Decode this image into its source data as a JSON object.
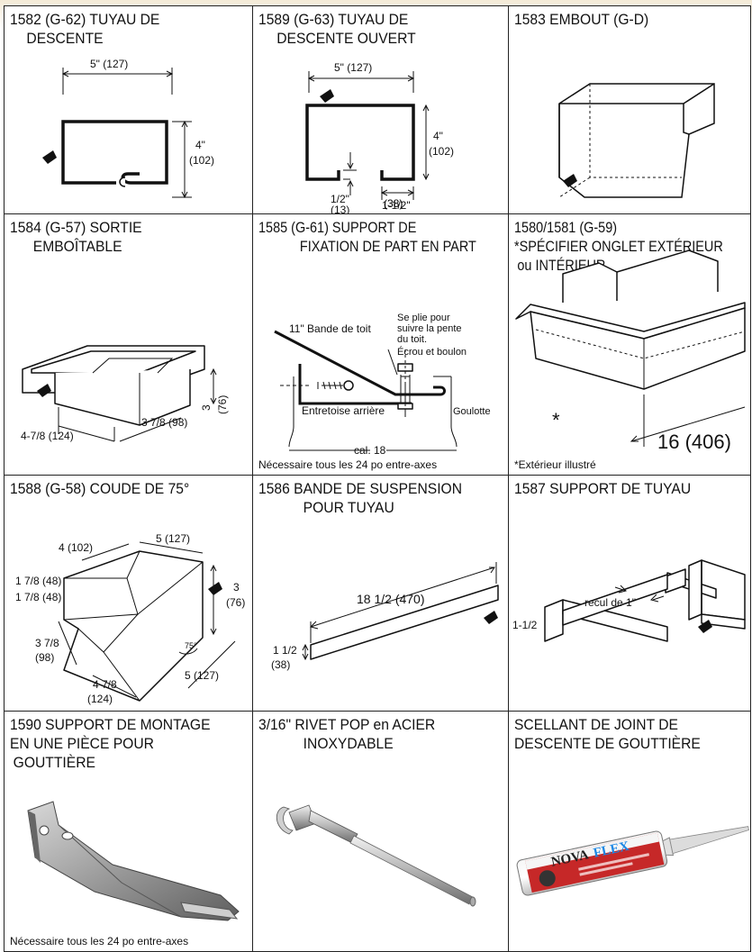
{
  "cells": [
    {
      "id": "1582",
      "title": [
        "1582 (G-62) TUYAU DE",
        "DESCENTE"
      ],
      "dims": {
        "w": "5\" (127)",
        "h1": "4\"",
        "h2": "(102)"
      }
    },
    {
      "id": "1589",
      "title": [
        "1589 (G-63) TUYAU DE",
        "DESCENTE OUVERT"
      ],
      "dims": {
        "w": "5\" (127)",
        "h1": "4\"",
        "h2": "(102)",
        "gap1": "1/2\"",
        "gap2": "(13)",
        "lip1": "1-1/2\"",
        "lip2": "(38)"
      }
    },
    {
      "id": "1583",
      "title": [
        "1583 EMBOUT (G-D)"
      ]
    },
    {
      "id": "1584",
      "title": [
        "1584 (G-57) SORTIE",
        "EMBOÎTABLE"
      ],
      "dims": {
        "len": "4-7/8 (124)",
        "wid": "3 7/8 (98)",
        "h1": "3",
        "h2": "(76)"
      }
    },
    {
      "id": "1585",
      "title": [
        "1585 (G-61) SUPPORT DE",
        "FIXATION DE PART EN PART"
      ],
      "labels": {
        "strap": "11\" Bande de toit",
        "bend1": "Se plie pour",
        "bend2": "suivre la pente",
        "bend3": "du toit.",
        "nut": "Écrou et boulon",
        "spacer": "Entretoise arrière",
        "gutter": "Goulotte",
        "gauge": "cal. 18"
      },
      "note": "Nécessaire tous les 24 po entre-axes"
    },
    {
      "id": "1580",
      "title": [
        "1580/1581 (G-59)",
        "*SPÉCIFIER ONGLET EXTÉRIEUR",
        "ou INTÉRIEUR"
      ],
      "dims": {
        "len": "16 (406)",
        "star": "*"
      },
      "note": "*Extérieur illustré"
    },
    {
      "id": "1588",
      "title": [
        "1588 (G-58) COUDE DE 75°"
      ],
      "dims": {
        "a": "4 (102)",
        "b": "5 (127)",
        "c": "1 7/8 (48)",
        "d": "1 7/8 (48)",
        "e1": "3",
        "e2": "(76)",
        "f1": "3 7/8",
        "f2": "(98)",
        "g1": "4 7/8",
        "g2": "(124)",
        "h": "5 (127)",
        "angle": "75°"
      }
    },
    {
      "id": "1586",
      "title": [
        "1586 BANDE DE SUSPENSION",
        "POUR TUYAU"
      ],
      "dims": {
        "len": "18 1/2 (470)",
        "w1": "1 1/2",
        "w2": "(38)"
      }
    },
    {
      "id": "1587",
      "title": [
        "1587 SUPPORT DE TUYAU"
      ],
      "dims": {
        "recul": "recul de 1\"",
        "h": "1-1/2"
      }
    },
    {
      "id": "1590",
      "title": [
        "1590 SUPPORT DE MONTAGE",
        "EN UNE PIÈCE POUR",
        "GOUTTIÈRE"
      ],
      "note": "Nécessaire tous les 24 po entre-axes"
    },
    {
      "id": "rivet",
      "title": [
        "3/16\" RIVET POP en ACIER",
        "INOXYDABLE"
      ]
    },
    {
      "id": "sealant",
      "title": [
        "SCELLANT DE JOINT DE",
        "DESCENTE DE GOUTTIÈRE"
      ],
      "brand": {
        "b1": "NOVA",
        "b2": "FLEX"
      }
    }
  ]
}
